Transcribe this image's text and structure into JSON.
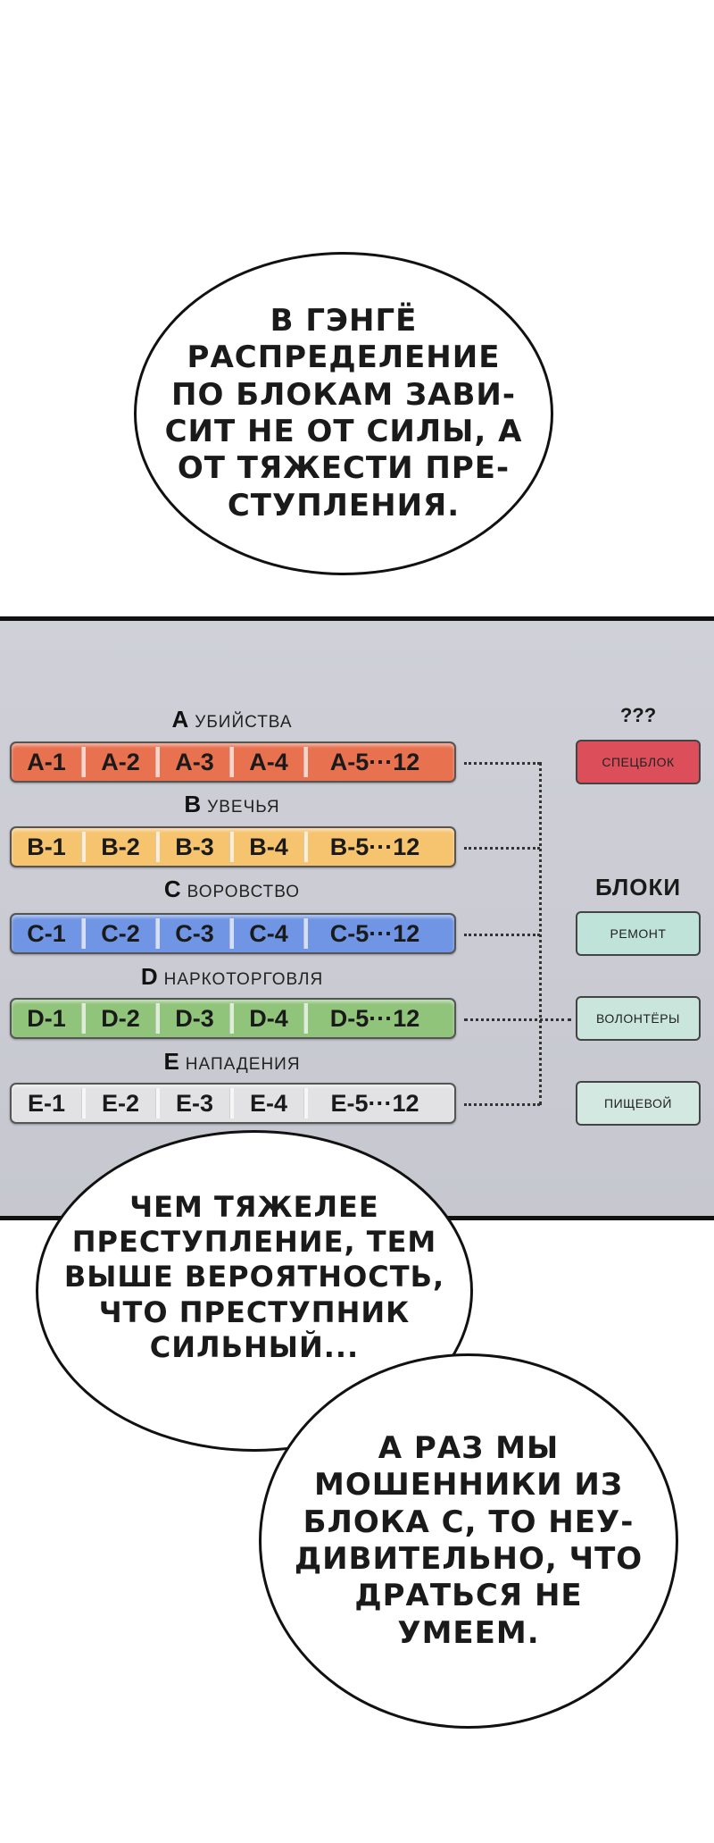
{
  "bubbles": {
    "top": "В ГЭНГЁ\nРАСПРЕДЕЛЕНИЕ\nПО БЛОКАМ ЗАВИ-\nСИТ НЕ ОТ СИЛЫ, А\nОТ ТЯЖЕСТИ ПРЕ-\nСТУПЛЕНИЯ.",
    "middle": "ЧЕМ ТЯЖЕЛЕЕ\nПРЕСТУПЛЕНИЕ, ТЕМ\nВЫШЕ ВЕРОЯТНОСТЬ,\nЧТО ПРЕСТУПНИК\nСИЛЬНЫЙ...",
    "bottom": "А РАЗ МЫ\nМОШЕННИКИ ИЗ\nБЛОКА С, ТО НЕУ-\nДИВИТЕЛЬНО, ЧТО\nДРАТЬСЯ НЕ\nУМЕЕМ."
  },
  "blocks": [
    {
      "letter": "A",
      "title": "УБИЙСТВА",
      "cells": [
        "A-1",
        "A-2",
        "A-3",
        "A-4",
        "A-5···12"
      ],
      "color": "#e8714f"
    },
    {
      "letter": "B",
      "title": "УВЕЧЬЯ",
      "cells": [
        "B-1",
        "B-2",
        "B-3",
        "B-4",
        "B-5···12"
      ],
      "color": "#f6c46e"
    },
    {
      "letter": "C",
      "title": "ВОРОВСТВО",
      "cells": [
        "C-1",
        "C-2",
        "C-3",
        "C-4",
        "C-5···12"
      ],
      "color": "#6f95e4"
    },
    {
      "letter": "D",
      "title": "НАРКОТОРГОВЛЯ",
      "cells": [
        "D-1",
        "D-2",
        "D-3",
        "D-4",
        "D-5···12"
      ],
      "color": "#8fc47a"
    },
    {
      "letter": "E",
      "title": "НАПАДЕНИЯ",
      "cells": [
        "E-1",
        "E-2",
        "E-3",
        "E-4",
        "E-5···12"
      ],
      "color": "#e2e2e4"
    }
  ],
  "side": {
    "unknown_label": "???",
    "blocks_label": "БЛОКИ",
    "buttons": [
      {
        "label": "СПЕЦБЛОК",
        "color": "#dc4f5a"
      },
      {
        "label": "РЕМОНТ",
        "color": "#bfe3d9"
      },
      {
        "label": "ВОЛОНТЁРЫ",
        "color": "#c9e5dc"
      },
      {
        "label": "ПИЩЕВОЙ",
        "color": "#d3e8e1"
      }
    ]
  }
}
